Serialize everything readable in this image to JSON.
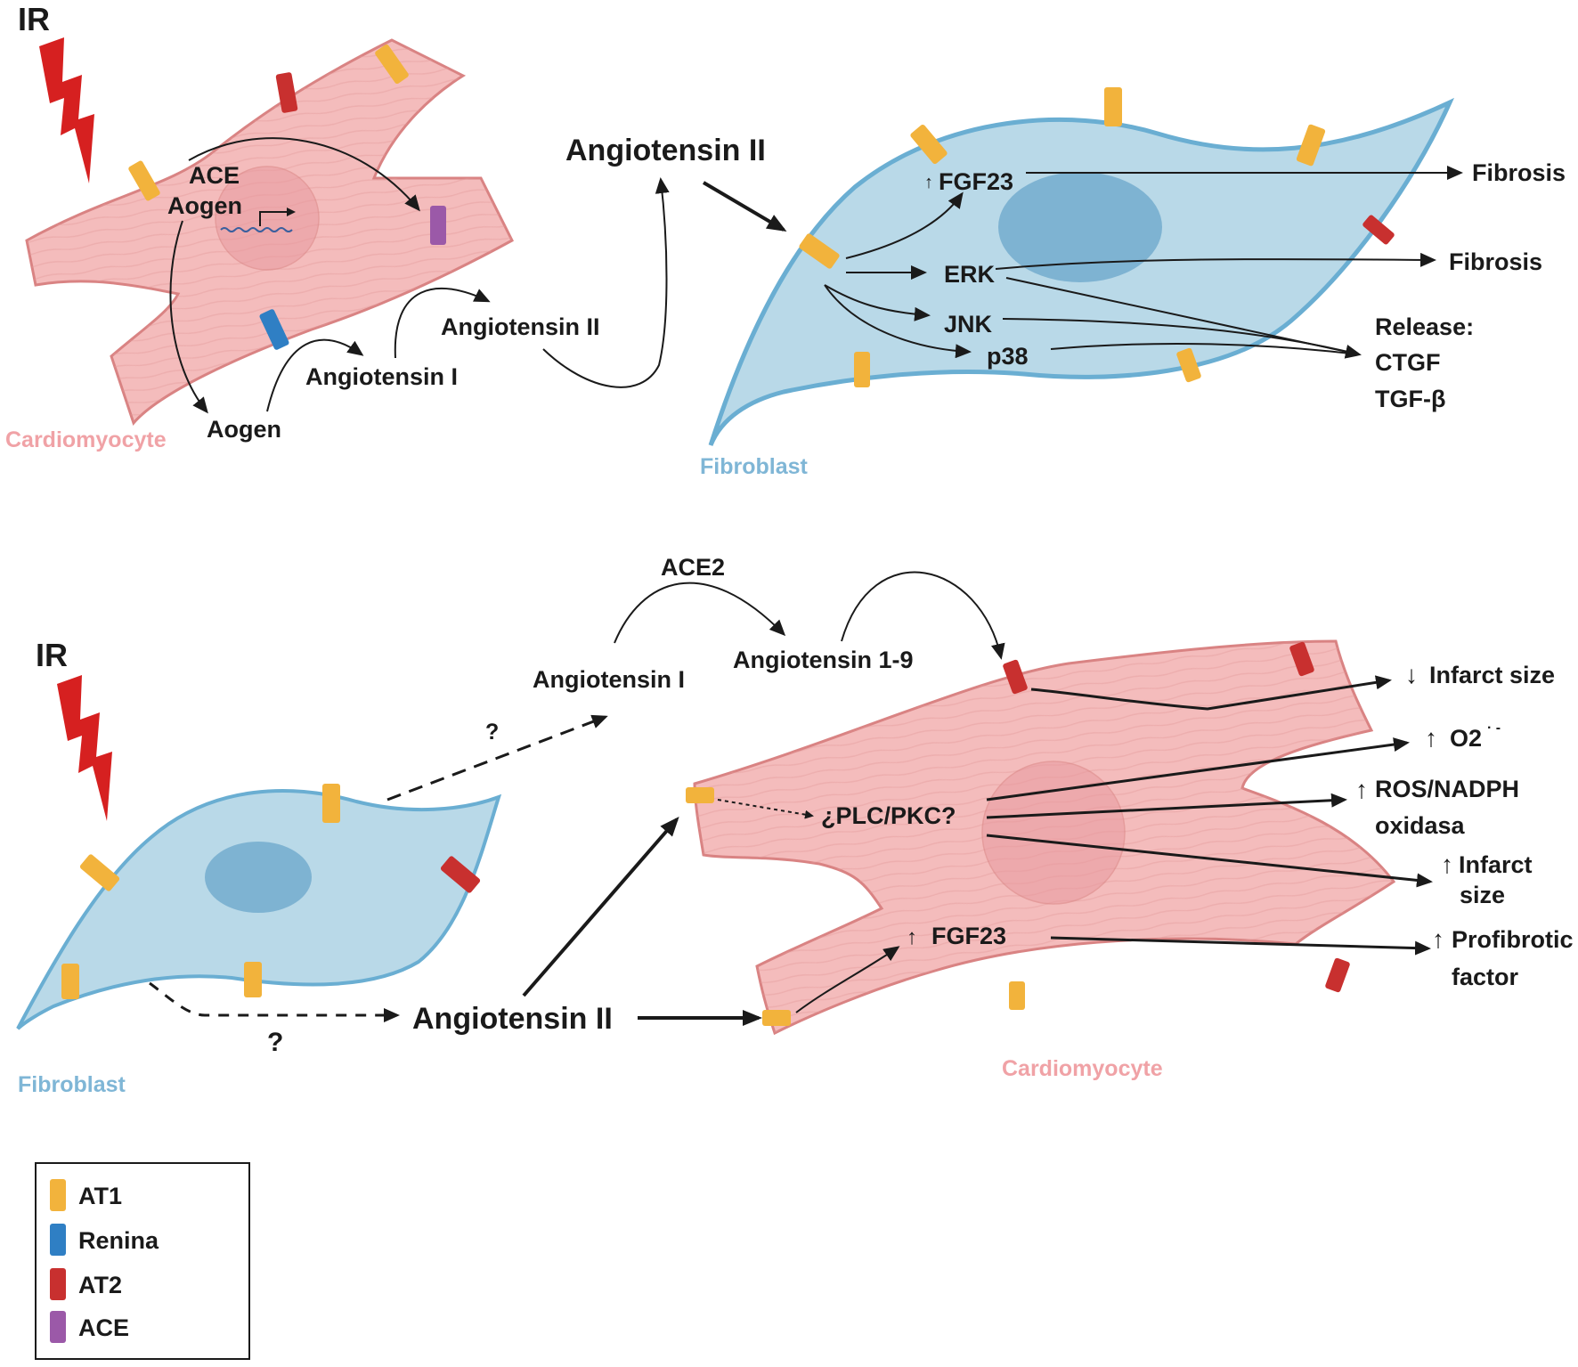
{
  "colors": {
    "at1": "#f2b33c",
    "renina": "#2f7fc4",
    "at2": "#c8302f",
    "ace": "#9b59a8",
    "cardio_fill": "#f4bcbc",
    "cardio_stroke": "#d98383",
    "fibro_fill": "#b9d9e8",
    "fibro_stroke": "#6aaed2",
    "nucleus_blue": "#6fa9cc",
    "lightning": "#d62020"
  },
  "top": {
    "ir": "IR",
    "cardio_ace": "ACE",
    "cardio_aogen": "Aogen",
    "aogen": "Aogen",
    "angiotensin_i": "Angiotensin I",
    "angiotensin_ii_small": "Angiotensin II",
    "angiotensin_ii_large": "Angiotensin II",
    "cardiomyocyte": "Cardiomyocyte",
    "fibroblast": "Fibroblast",
    "fgf23": "FGF23",
    "erk": "ERK",
    "jnk": "JNK",
    "p38": "p38",
    "fibrosis_1": "Fibrosis",
    "fibrosis_2": "Fibrosis",
    "release": "Release:",
    "ctgf": "CTGF",
    "tgfb": "TGF-β"
  },
  "bottom": {
    "ir": "IR",
    "ace2": "ACE2",
    "angiotensin_i": "Angiotensin I",
    "angiotensin_19": "Angiotensin 1-9",
    "question_1": "?",
    "question_2": "?",
    "angiotensin_ii": "Angiotensin II",
    "plc_pkc": "¿PLC/PKC?",
    "fgf23": "FGF23",
    "fibroblast": "Fibroblast",
    "cardiomyocyte": "Cardiomyocyte",
    "infarct_down": "Infarct size",
    "o2": "O2",
    "o2_sup": "· -",
    "ros_1": "ROS/NADPH",
    "ros_2": "oxidasa",
    "infarct_up_1": "Infarct",
    "infarct_up_2": "size",
    "profibrotic_1": "Profibrotic",
    "profibrotic_2": "factor"
  },
  "legend": {
    "items": [
      {
        "label": "AT1",
        "color": "#f2b33c"
      },
      {
        "label": "Renina",
        "color": "#2f7fc4"
      },
      {
        "label": "AT2",
        "color": "#c8302f"
      },
      {
        "label": "ACE",
        "color": "#9b59a8"
      }
    ]
  }
}
